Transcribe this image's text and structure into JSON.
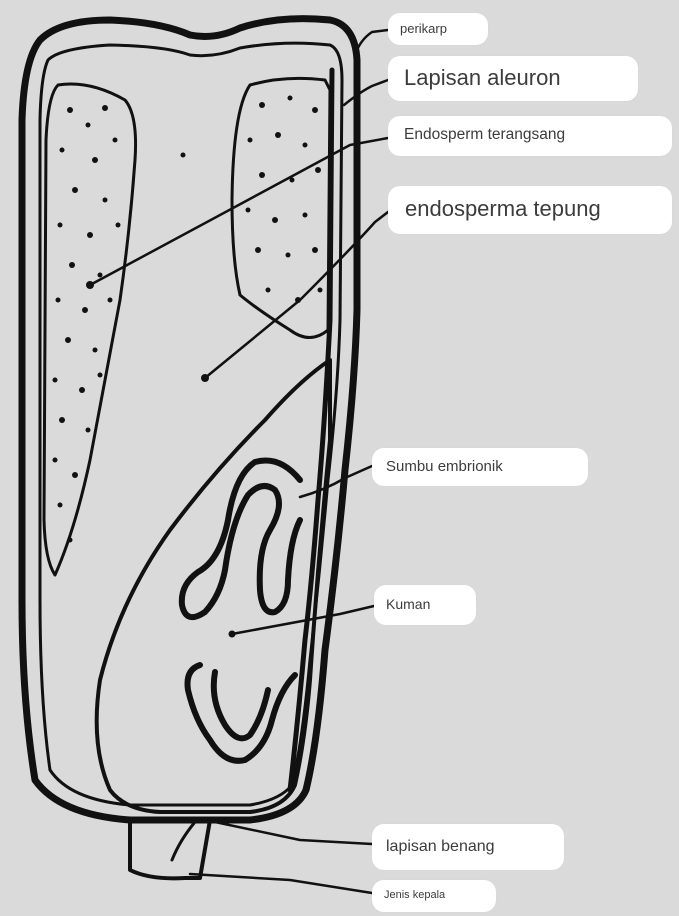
{
  "labels": {
    "perikarp": "perikarp",
    "lapisan_aleuron": "Lapisan aleuron",
    "endosperm_terangsang": "Endosperm terangsang",
    "endosperma_tepung": "endosperma tepung",
    "sumbu_embrionik": "Sumbu embrionik",
    "kuman": "Kuman",
    "lapisan_benang": "lapisan benang",
    "jenis_kepala": "Jenis kepala"
  },
  "colors": {
    "background": "#dadada",
    "ink": "#111111",
    "label_background": "#ffffff",
    "label_text": "#3c3c3c"
  }
}
